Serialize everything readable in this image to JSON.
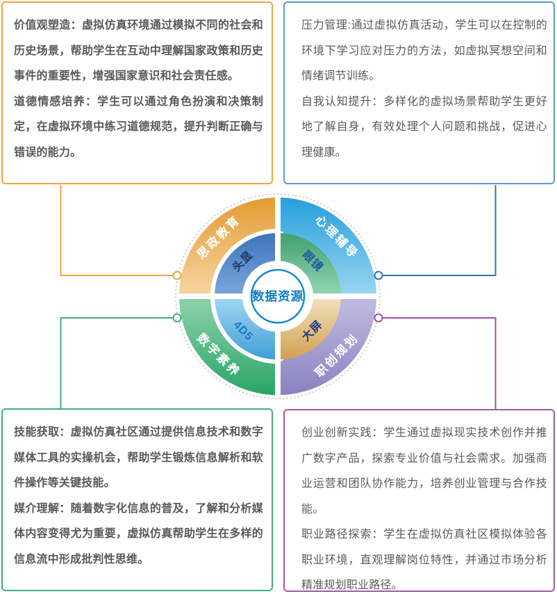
{
  "boxes": {
    "top_left": {
      "p1": "价值观塑造：虚拟仿真环境通过模拟不同的社会和历史场景，帮助学生在互动中理解国家政策和历史事件的重要性，增强国家意识和社会责任感。",
      "p2": "道德情感培养：学生可以通过角色扮演和决策制定，在虚拟环境中练习道德规范，提升判断正确与错误的能力。"
    },
    "top_right": {
      "p1": "压力管理:通过虚拟仿真活动，学生可以在控制的环境下学习应对压力的方法，如虚拟冥想空间和情绪调节训练。",
      "p2": "自我认知提升：多样化的虚拟场景帮助学生更好地了解自身，有效处理个人问题和挑战，促进心理健康。"
    },
    "bottom_left": {
      "p1": "技能获取：虚拟仿真社区通过提供信息技术和数字媒体工具的实操机会，帮助学生锻炼信息解析和软件操作等关键技能。",
      "p2": "媒介理解：随着数字化信息的普及，了解和分析媒体内容变得尤为重要，虚拟仿真帮助学生在多样的信息流中形成批判性思维。"
    },
    "bottom_right": {
      "p1": "创业创新实践：学生通过虚拟现实技术创作并推广数字产品，探索专业价值与社会需求。加强商业运营和团队协作能力，培养创业管理与合作技能。",
      "p2": "职业路径探索：学生在虚拟仿真社区模拟体验各职业环境，直观理解岗位特性，并通过市场分析精准规划职业路径。"
    }
  },
  "wheel": {
    "center_label": "数据资源",
    "quadrants": {
      "top_left": {
        "outer": "思政教育",
        "inner": "头显"
      },
      "top_right": {
        "outer": "心理辅导",
        "inner": "眼镜"
      },
      "bottom_left": {
        "outer": "数字素养",
        "inner": "4D5"
      },
      "bottom_right": {
        "outer": "职创规划",
        "inner": "大屏"
      }
    }
  },
  "colors": {
    "card_top_left_border": "#F2A33C",
    "card_top_right_border": "#5B9BD5",
    "card_bottom_left_border": "#44AD7B",
    "card_bottom_right_border": "#A05AA8",
    "connector_orange": "#F2A33C",
    "connector_blue": "#2E75B6",
    "connector_green": "#44AD7B",
    "connector_purple": "#A0519F",
    "quadrant_orange": "#EFA83E",
    "quadrant_blue": "#2BA2DE",
    "quadrant_green": "#2FA96C",
    "quadrant_purple": "#8F88C4",
    "inner_blue": "#4A7FC1",
    "inner_green": "#4FA878",
    "inner_lightblue": "#55AADC",
    "inner_tan": "#D9B26E",
    "inner_text_navy": "#1A3A66",
    "inner_text_blue": "#1D5AA6",
    "inner_text_brightblue": "#1C78C6",
    "inner_text_indigo": "#223C80",
    "center_ring": "#1287CC",
    "center_text": "#0E7EC8",
    "body_text": "#595959"
  }
}
